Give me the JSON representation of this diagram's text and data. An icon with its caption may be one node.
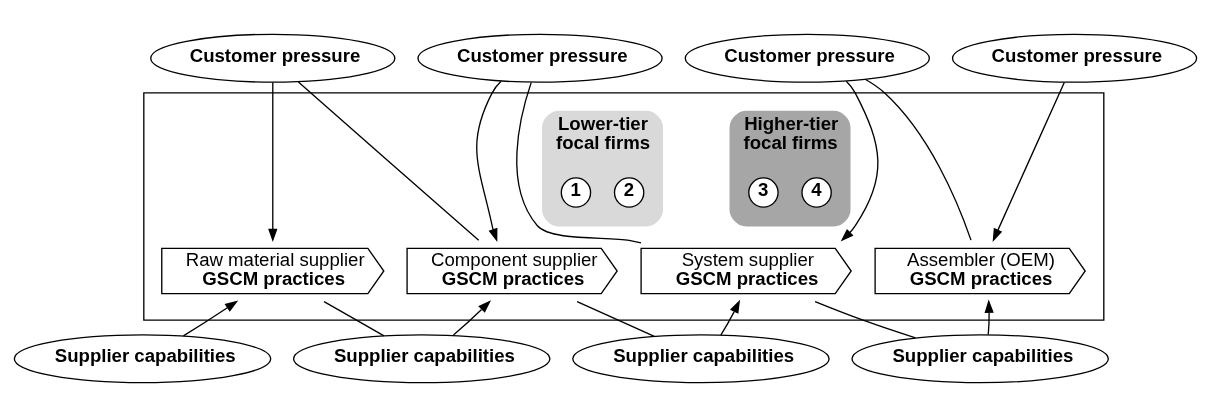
{
  "diagram": {
    "nodes": [
      {
        "text": [
          "Customer pressure"
        ]
      },
      {
        "text": [
          "Customer pressure"
        ]
      },
      {
        "text": [
          "Customer pressure"
        ]
      },
      {
        "text": [
          "Customer pressure"
        ]
      },
      {
        "text": [],
        "shape": "box"
      },
      {
        "text": [
          "Lower-tier",
          "focal firms"
        ],
        "in": 4
      },
      {
        "text": [
          "1"
        ],
        "in": 5
      },
      {
        "text": [
          "2"
        ],
        "in": 5
      },
      {
        "text": [
          "Higher-tier",
          "focal firms"
        ],
        "in": 4
      },
      {
        "text": [
          "3"
        ],
        "in": 8
      },
      {
        "text": [
          "4"
        ],
        "in": 8
      },
      {
        "text": [
          "Raw material supplier",
          "GSCM practices"
        ],
        "in": 4
      },
      {
        "text": [
          "Component supplier",
          "GSCM practices"
        ],
        "in": 4
      },
      {
        "text": [
          "System supplier",
          "GSCM practices"
        ],
        "in": 4
      },
      {
        "text": [
          "Assembler (OEM)",
          "GSCM practices"
        ],
        "in": 4
      },
      {
        "text": [
          "Supplier capabilities"
        ]
      },
      {
        "text": [
          "Supplier capabilities"
        ]
      },
      {
        "text": [
          "Supplier capabilities"
        ]
      },
      {
        "text": [
          "Supplier capabilities"
        ]
      }
    ],
    "edges": [
      {
        "from": 0,
        "to": 11,
        "arrow": "to"
      },
      {
        "from": 0,
        "to": 12,
        "arrow": "none"
      },
      {
        "from": 1,
        "to": 12,
        "arrow": "to"
      },
      {
        "from": 1,
        "to": 13,
        "arrow": "none"
      },
      {
        "from": 2,
        "to": 13,
        "arrow": "to"
      },
      {
        "from": 2,
        "to": 14,
        "arrow": "none"
      },
      {
        "from": 3,
        "to": 14,
        "arrow": "to"
      },
      {
        "from": 15,
        "to": 11,
        "arrow": "to"
      },
      {
        "from": 11,
        "to": 16,
        "arrow": "none"
      },
      {
        "from": 16,
        "to": 12,
        "arrow": "to"
      },
      {
        "from": 12,
        "to": 17,
        "arrow": "none"
      },
      {
        "from": 17,
        "to": 13,
        "arrow": "to"
      },
      {
        "from": 13,
        "to": 18,
        "arrow": "none"
      },
      {
        "from": 18,
        "to": 14,
        "arrow": "to"
      }
    ]
  }
}
